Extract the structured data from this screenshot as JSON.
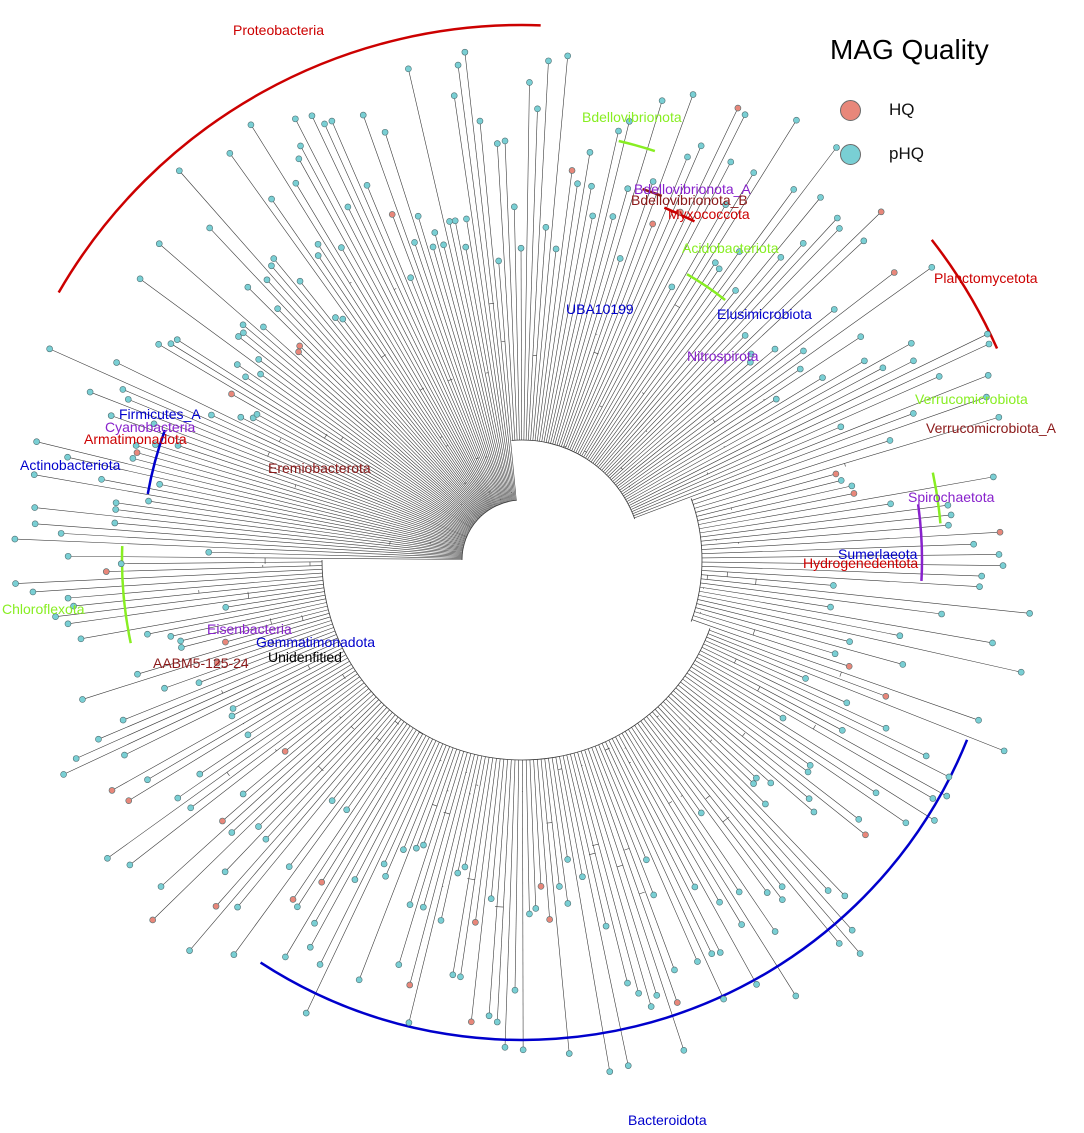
{
  "legend": {
    "title": "MAG Quality",
    "items": [
      {
        "label": "HQ",
        "color": "#e8877a"
      },
      {
        "label": "pHQ",
        "color": "#79cfd4"
      }
    ]
  },
  "colors": {
    "red": "#cc0000",
    "dark_red": "#8b1a1a",
    "green": "#88ee22",
    "blue": "#0000cc",
    "purple": "#8822cc",
    "black": "#000000",
    "branch": "#3a3a3a",
    "tip_outline": "#4f6f72"
  },
  "phyla": [
    {
      "name": "Proteobacteria",
      "color": "red"
    },
    {
      "name": "Bdellovibrionota",
      "color": "green"
    },
    {
      "name": "Bdellovibrionota_A",
      "color": "purple"
    },
    {
      "name": "Bdellovibrionota_B",
      "color": "dark_red"
    },
    {
      "name": "Myxococcota",
      "color": "red"
    },
    {
      "name": "Acidobacteriota",
      "color": "green"
    },
    {
      "name": "Planctomycetota",
      "color": "red"
    },
    {
      "name": "UBA10199",
      "color": "blue"
    },
    {
      "name": "Elusimicrobiota",
      "color": "blue"
    },
    {
      "name": "Nitrospirota",
      "color": "purple"
    },
    {
      "name": "Verrucomicrobiota",
      "color": "green"
    },
    {
      "name": "Verrucomicrobiota_A",
      "color": "dark_red"
    },
    {
      "name": "Spirochaetota",
      "color": "purple"
    },
    {
      "name": "Sumerlaeota",
      "color": "blue"
    },
    {
      "name": "Hydrogenedentota",
      "color": "red"
    },
    {
      "name": "Firmicutes_A",
      "color": "blue"
    },
    {
      "name": "Cyanobacteria",
      "color": "purple"
    },
    {
      "name": "Armatimonadota",
      "color": "red"
    },
    {
      "name": "Eremiobacterota",
      "color": "dark_red"
    },
    {
      "name": "Actinobacteriota",
      "color": "blue"
    },
    {
      "name": "Chloroflexota",
      "color": "green"
    },
    {
      "name": "Eisenbacteria",
      "color": "purple"
    },
    {
      "name": "Gemmatimonadota",
      "color": "blue"
    },
    {
      "name": "AABM5-125-24",
      "color": "dark_red"
    },
    {
      "name": "Unidenfitied",
      "color": "black"
    },
    {
      "name": "Bacteroidota",
      "color": "blue"
    }
  ]
}
